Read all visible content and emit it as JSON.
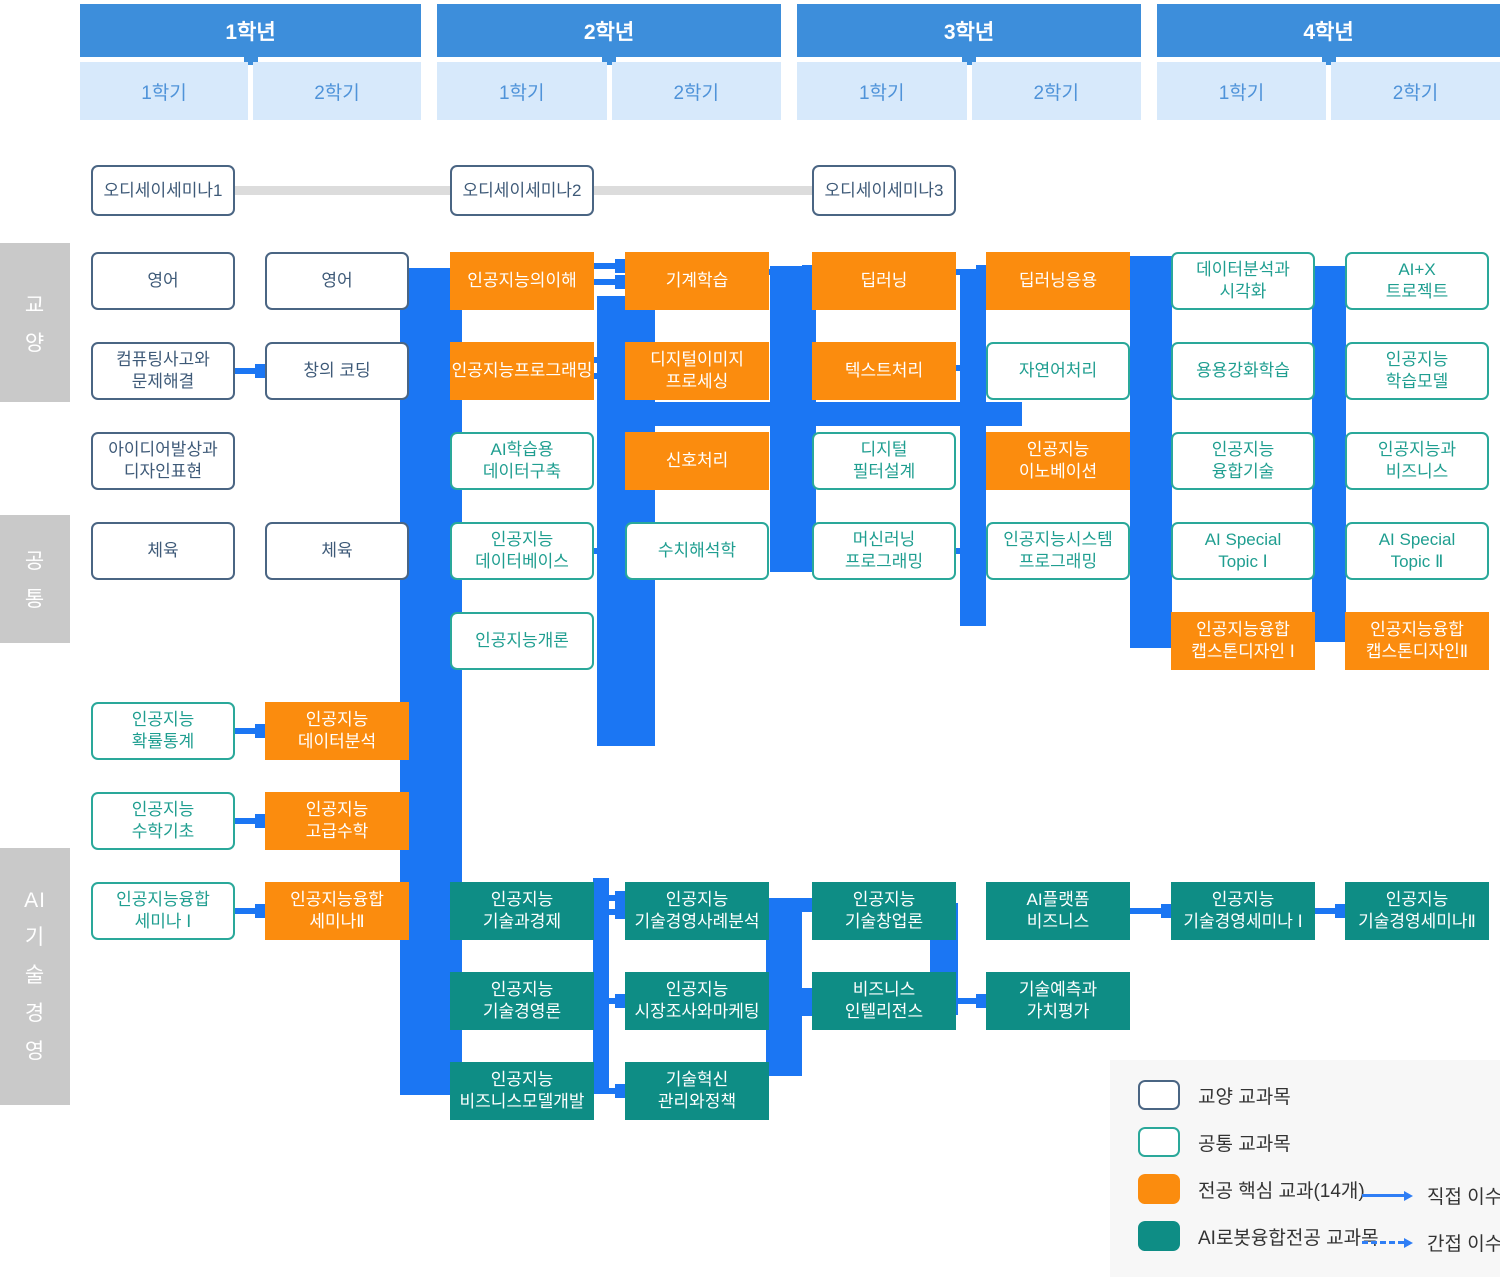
{
  "header": {
    "years": [
      {
        "label": "1학년",
        "semesters": [
          "1학기",
          "2학기"
        ]
      },
      {
        "label": "2학년",
        "semesters": [
          "1학기",
          "2학기"
        ]
      },
      {
        "label": "3학년",
        "semesters": [
          "1학기",
          "2학기"
        ]
      },
      {
        "label": "4학년",
        "semesters": [
          "1학기",
          "2학기"
        ]
      }
    ]
  },
  "sections": [
    {
      "id": "ge",
      "label": "교양",
      "lines": [
        "교",
        "양"
      ]
    },
    {
      "id": "common",
      "label": "공통",
      "lines": [
        "공",
        "통"
      ]
    },
    {
      "id": "ai-tech-mgmt",
      "label": "AI기술경영",
      "lines": [
        "AI",
        "기",
        "술",
        "경",
        "영"
      ]
    }
  ],
  "odyssey": [
    "오디세이세미나1",
    "오디세이세미나2",
    "오디세이세미나3"
  ],
  "courses": [
    {
      "label": "영어",
      "type": "ge",
      "col": 0,
      "row": 0
    },
    {
      "label": "컴퓨팅사고와\n문제해결",
      "type": "ge",
      "col": 0,
      "row": 1
    },
    {
      "label": "아이디어발상과\n디자인표현",
      "type": "ge",
      "col": 0,
      "row": 2
    },
    {
      "label": "체육",
      "type": "ge",
      "col": 0,
      "row": 3
    },
    {
      "label": "인공지능\n확률통계",
      "type": "common",
      "col": 0,
      "row": 5
    },
    {
      "label": "인공지능\n수학기초",
      "type": "common",
      "col": 0,
      "row": 6
    },
    {
      "label": "인공지능융합\n세미나 Ⅰ",
      "type": "common",
      "col": 0,
      "row": 7
    },
    {
      "label": "영어",
      "type": "ge",
      "col": 1,
      "row": 0
    },
    {
      "label": "창의 코딩",
      "type": "ge",
      "col": 1,
      "row": 1
    },
    {
      "label": "체육",
      "type": "ge",
      "col": 1,
      "row": 3
    },
    {
      "label": "인공지능\n데이터분석",
      "type": "core",
      "col": 1,
      "row": 5
    },
    {
      "label": "인공지능\n고급수학",
      "type": "core",
      "col": 1,
      "row": 6
    },
    {
      "label": "인공지능융합\n세미나Ⅱ",
      "type": "core",
      "col": 1,
      "row": 7
    },
    {
      "label": "인공지능의이해",
      "type": "core",
      "col": 2,
      "row": 0
    },
    {
      "label": "인공지능프로그래밍",
      "type": "core",
      "col": 2,
      "row": 1
    },
    {
      "label": "AI학습용\n데이터구축",
      "type": "common",
      "col": 2,
      "row": 2
    },
    {
      "label": "인공지능\n데이터베이스",
      "type": "common",
      "col": 2,
      "row": 3
    },
    {
      "label": "인공지능개론",
      "type": "common",
      "col": 2,
      "row": 4
    },
    {
      "label": "인공지능\n기술과경제",
      "type": "airobot",
      "col": 2,
      "row": 7
    },
    {
      "label": "인공지능\n기술경영론",
      "type": "airobot",
      "col": 2,
      "row": 8
    },
    {
      "label": "인공지능\n비즈니스모델개발",
      "type": "airobot",
      "col": 2,
      "row": 9
    },
    {
      "label": "기계학습",
      "type": "core",
      "col": 3,
      "row": 0
    },
    {
      "label": "디지털이미지\n프로세싱",
      "type": "core",
      "col": 3,
      "row": 1
    },
    {
      "label": "신호처리",
      "type": "core",
      "col": 3,
      "row": 2
    },
    {
      "label": "수치해석학",
      "type": "common",
      "col": 3,
      "row": 3
    },
    {
      "label": "인공지능\n기술경영사례분석",
      "type": "airobot",
      "col": 3,
      "row": 7
    },
    {
      "label": "인공지능\n시장조사와마케팅",
      "type": "airobot",
      "col": 3,
      "row": 8
    },
    {
      "label": "기술혁신\n관리와정책",
      "type": "airobot",
      "col": 3,
      "row": 9
    },
    {
      "label": "딥러닝",
      "type": "core",
      "col": 4,
      "row": 0
    },
    {
      "label": "텍스트처리",
      "type": "core",
      "col": 4,
      "row": 1
    },
    {
      "label": "디지털\n필터설계",
      "type": "common",
      "col": 4,
      "row": 2
    },
    {
      "label": "머신러닝\n프로그래밍",
      "type": "common",
      "col": 4,
      "row": 3
    },
    {
      "label": "인공지능\n기술창업론",
      "type": "airobot",
      "col": 4,
      "row": 7
    },
    {
      "label": "비즈니스\n인텔리전스",
      "type": "airobot",
      "col": 4,
      "row": 8
    },
    {
      "label": "딥러닝응용",
      "type": "core",
      "col": 5,
      "row": 0
    },
    {
      "label": "자연어처리",
      "type": "common",
      "col": 5,
      "row": 1
    },
    {
      "label": "인공지능\n이노베이션",
      "type": "core",
      "col": 5,
      "row": 2
    },
    {
      "label": "인공지능시스템\n프로그래밍",
      "type": "common",
      "col": 5,
      "row": 3
    },
    {
      "label": "AI플랫폼\n비즈니스",
      "type": "airobot",
      "col": 5,
      "row": 7
    },
    {
      "label": "기술예측과\n가치평가",
      "type": "airobot",
      "col": 5,
      "row": 8
    },
    {
      "label": "데이터분석과\n시각화",
      "type": "common",
      "col": 6,
      "row": 0
    },
    {
      "label": "용용강화학습",
      "type": "common",
      "col": 6,
      "row": 1
    },
    {
      "label": "인공지능\n융합기술",
      "type": "common",
      "col": 6,
      "row": 2
    },
    {
      "label": "AI Special\nTopic Ⅰ",
      "type": "common",
      "col": 6,
      "row": 3
    },
    {
      "label": "인공지능융합\n캡스톤디자인 Ⅰ",
      "type": "core",
      "col": 6,
      "row": 4
    },
    {
      "label": "인공지능\n기술경영세미나 Ⅰ",
      "type": "airobot",
      "col": 6,
      "row": 7
    },
    {
      "label": "AI+X\n트로젝트",
      "type": "common",
      "col": 7,
      "row": 0
    },
    {
      "label": "인공지능\n학습모델",
      "type": "common",
      "col": 7,
      "row": 1
    },
    {
      "label": "인공지능과\n비즈니스",
      "type": "common",
      "col": 7,
      "row": 2
    },
    {
      "label": "AI Special\nTopic Ⅱ",
      "type": "common",
      "col": 7,
      "row": 3
    },
    {
      "label": "인공지능융합\n캡스톤디자인Ⅱ",
      "type": "core",
      "col": 7,
      "row": 4
    },
    {
      "label": "인공지능\n기술경영세미나Ⅱ",
      "type": "airobot",
      "col": 7,
      "row": 7
    }
  ],
  "legend": {
    "items": [
      {
        "type": "ge",
        "label": "교양 교과목"
      },
      {
        "type": "common",
        "label": "공통 교과목"
      },
      {
        "type": "core",
        "label": "전공 핵심 교과(14개)"
      },
      {
        "type": "airobot",
        "label": "AI로봇융합전공 교과목"
      }
    ],
    "arrows": [
      {
        "style": "solid",
        "label": "직접 이수"
      },
      {
        "style": "dashed",
        "label": "간접 이수"
      }
    ]
  },
  "colors": {
    "core": "#fb8c0e",
    "airobot": "#0e8d85",
    "ge_border": "#4a6583",
    "common_border": "#2aa89a",
    "connector": "#1b76f3",
    "header": "#3d8edb",
    "header_light": "#d7e9fb",
    "section_label_bg": "#c9c9c9"
  }
}
